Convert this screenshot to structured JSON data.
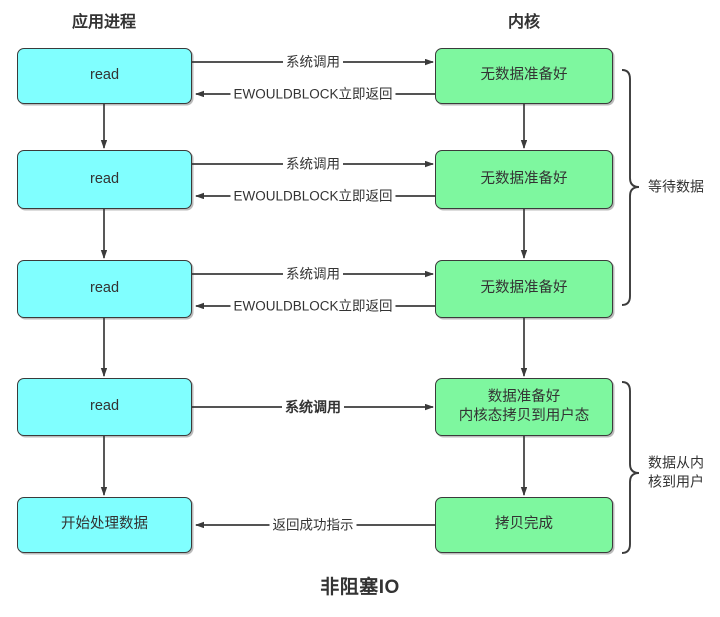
{
  "diagram": {
    "title": "非阻塞IO",
    "columns": [
      {
        "id": "app",
        "label": "应用进程"
      },
      {
        "id": "kernel",
        "label": "内核"
      }
    ],
    "colors": {
      "process_fill": "#80ffff",
      "kernel_fill": "#7ef79f",
      "stroke": "#3b3b3b",
      "text": "#333333",
      "background": "#ffffff"
    },
    "nodes": [
      {
        "id": "read1",
        "column": "app",
        "label": "read"
      },
      {
        "id": "read2",
        "column": "app",
        "label": "read"
      },
      {
        "id": "read3",
        "column": "app",
        "label": "read"
      },
      {
        "id": "read4",
        "column": "app",
        "label": "read"
      },
      {
        "id": "process",
        "column": "app",
        "label": "开始处理数据"
      },
      {
        "id": "nodata1",
        "column": "kernel",
        "label": "无数据准备好"
      },
      {
        "id": "nodata2",
        "column": "kernel",
        "label": "无数据准备好"
      },
      {
        "id": "nodata3",
        "column": "kernel",
        "label": "无数据准备好"
      },
      {
        "id": "ready",
        "column": "kernel",
        "label": "数据准备好\n内核态拷贝到用户态"
      },
      {
        "id": "copied",
        "column": "kernel",
        "label": "拷贝完成"
      }
    ],
    "edges": [
      {
        "id": "call1",
        "from": "read1",
        "to": "nodata1",
        "label": "系统调用",
        "bold": false
      },
      {
        "id": "return1",
        "from": "nodata1",
        "to": "read1",
        "label": "EWOULDBLOCK立即返回",
        "bold": false
      },
      {
        "id": "call2",
        "from": "read2",
        "to": "nodata2",
        "label": "系统调用",
        "bold": false
      },
      {
        "id": "return2",
        "from": "nodata2",
        "to": "read2",
        "label": "EWOULDBLOCK立即返回",
        "bold": false
      },
      {
        "id": "call3",
        "from": "read3",
        "to": "nodata3",
        "label": "系统调用",
        "bold": false
      },
      {
        "id": "return3",
        "from": "nodata3",
        "to": "read3",
        "label": "EWOULDBLOCK立即返回",
        "bold": false
      },
      {
        "id": "call4",
        "from": "read4",
        "to": "ready",
        "label": "系统调用",
        "bold": true
      },
      {
        "id": "return4",
        "from": "copied",
        "to": "process",
        "label": "返回成功指示",
        "bold": false
      },
      {
        "id": "flow1",
        "from": "read1",
        "to": "read2",
        "label": ""
      },
      {
        "id": "flow2",
        "from": "read2",
        "to": "read3",
        "label": ""
      },
      {
        "id": "flow3",
        "from": "read3",
        "to": "read4",
        "label": ""
      },
      {
        "id": "flow4",
        "from": "read4",
        "to": "process",
        "label": ""
      },
      {
        "id": "kflow1",
        "from": "nodata1",
        "to": "nodata2",
        "label": ""
      },
      {
        "id": "kflow2",
        "from": "nodata2",
        "to": "nodata3",
        "label": ""
      },
      {
        "id": "kflow3",
        "from": "nodata3",
        "to": "ready",
        "label": ""
      },
      {
        "id": "kflow4",
        "from": "ready",
        "to": "copied",
        "label": ""
      }
    ],
    "braces": [
      {
        "id": "wait",
        "label": "等待数据",
        "spans": [
          "nodata1",
          "nodata3"
        ]
      },
      {
        "id": "copy",
        "label": "数据从内\n核到用户",
        "spans": [
          "ready",
          "copied"
        ]
      }
    ]
  }
}
